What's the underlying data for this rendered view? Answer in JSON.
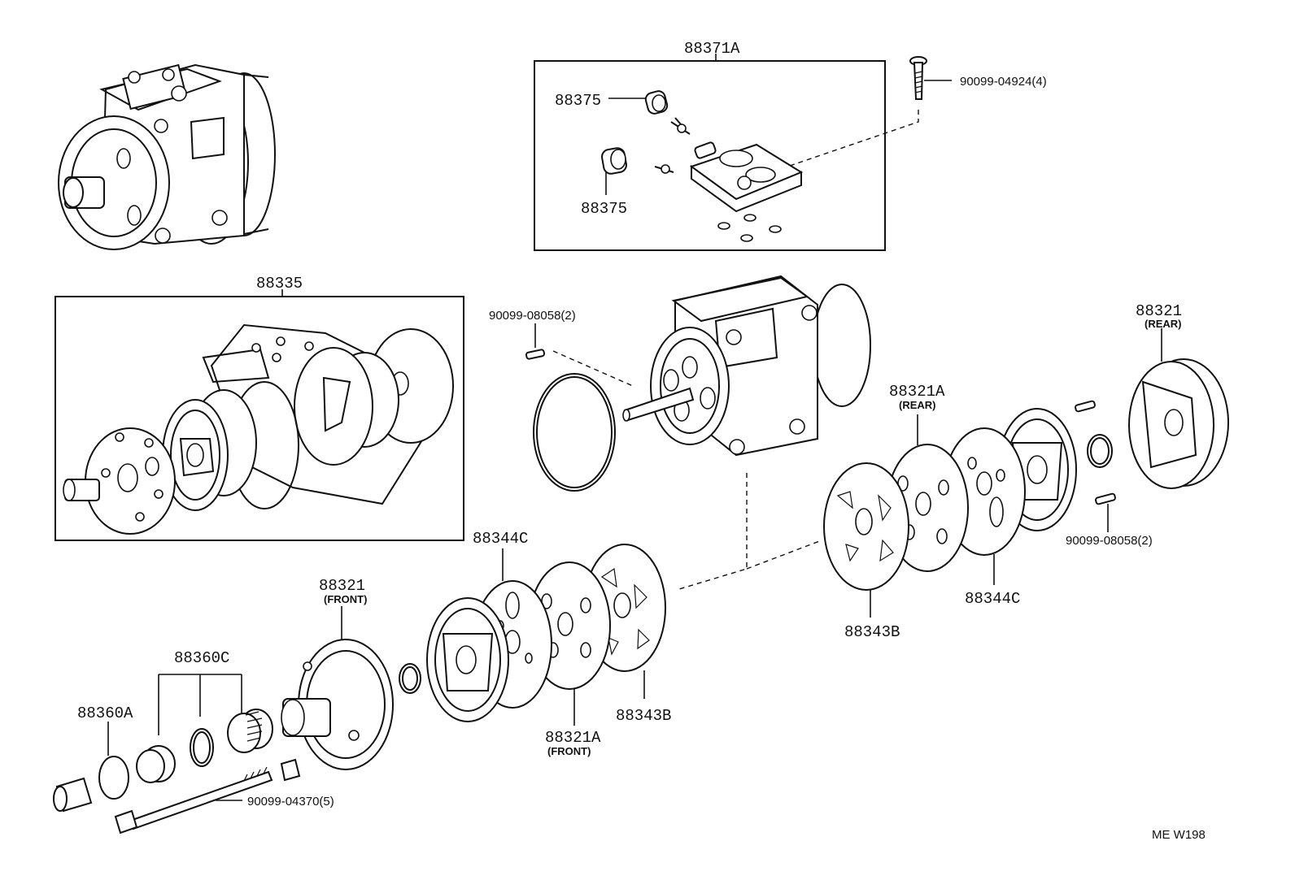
{
  "labels": {
    "assy_88371A": "88371A",
    "valve_88375_top": "88375",
    "valve_88375_bottom": "88375",
    "bolt_90099_04924": "90099-04924(4)",
    "kit_88335": "88335",
    "pin_90099_08058_left": "90099-08058(2)",
    "cyl_88321_rear": "88321",
    "cyl_88321_rear_sub": "(REAR)",
    "plate_88321A_rear": "88321A",
    "plate_88321A_rear_sub": "(REAR)",
    "pin_90099_08058_right": "90099-08058(2)",
    "gasket_88344C_left": "88344C",
    "gasket_88344C_right": "88344C",
    "gasket_88343B_right": "88343B",
    "gasket_88343B_left": "88343B",
    "cyl_88321_front": "88321",
    "cyl_88321_front_sub": "(FRONT)",
    "seal_88360C": "88360C",
    "ring_88360A": "88360A",
    "plate_88321A_front": "88321A",
    "plate_88321A_front_sub": "(FRONT)",
    "bolt_90099_04370": "90099-04370(5)",
    "figure_code": "ME W198"
  }
}
